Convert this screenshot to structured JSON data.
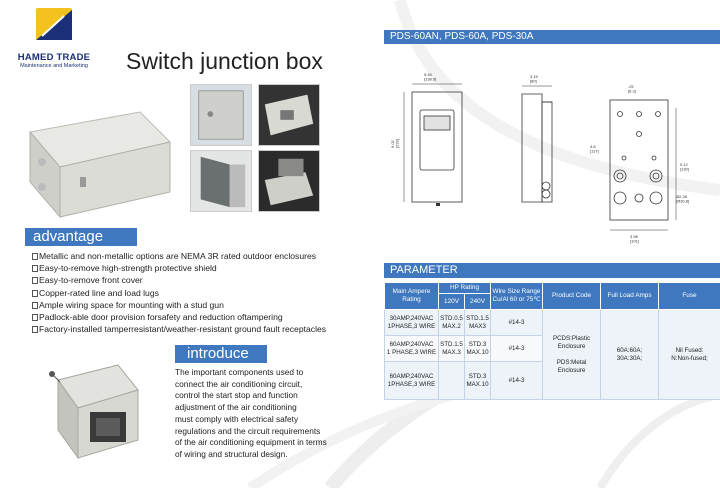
{
  "brand": {
    "name": "HAMED TRADE",
    "tagline": "Maintenance and Marketing",
    "colors": {
      "navy": "#1b2f78",
      "yellow": "#f4c21f",
      "accent_blue": "#3f78be"
    }
  },
  "page_title": "Switch junction box",
  "models": "PDS-60AN, PDS-60A, PDS-30A",
  "drawing_dims": {
    "front_width": "5.45\n[138.5]",
    "front_height": "9.02\n[229]",
    "side_depth": "3.15\n[80]",
    "back_top": ".25\n[6.3]",
    "back_right_h": "5.12\n[130]",
    "back_left_h": "4.6\n[117]",
    "back_hole": "Ø2.28\n[Ø30.8]",
    "back_bottom": "3.98\n[101]"
  },
  "advantage": {
    "heading": "advantage",
    "items": [
      "Metallic and non-metallic options are NEMA 3R rated outdoor enclosures",
      "Easy-to-remove high-strength protective shield",
      "Easy-to-remove front cover",
      "Copper-rated line and load lugs",
      "Ample wiring space for mounting with a stud gun",
      "Padlock-able door provision forsafety and reduction oftampering",
      "Factory-installed tamperresistant/weather-resistant ground fault receptacles"
    ]
  },
  "introduce": {
    "heading": "introduce",
    "lines": [
      "The important components used to",
      "connect the air conditioning circuit,",
      "control the start stop and function",
      "adjustment of the air conditioning",
      "must comply with electrical safety",
      "regulations and the circuit requirements",
      "of the air conditioning equipment in terms",
      "of wiring and structural design."
    ]
  },
  "parameter": {
    "heading": "PARAMETER",
    "headers": {
      "rating": "Main Ampere\nRating",
      "hp": "HP Rating",
      "v120": "120V",
      "v240": "240V",
      "wire": "Wire Size Range\nCu/Al 60 or 75℃",
      "code": "Product Code",
      "amps": "Full Load Amps",
      "fuse": "Fuse"
    },
    "rows": [
      {
        "rating": "30AMP,240VAC\n1PHASE,3 WIRE",
        "v120": "STD.0.5\nMAX.2",
        "v240": "STD.1.5\nMAX3",
        "wire": "#14-3"
      },
      {
        "rating": "60AMP,240VAC\n1 PHASE,3 WIRE",
        "v120": "STD.1.5\nMAX.3",
        "v240": "STD.3\nMAX.10",
        "wire": "#14-3"
      },
      {
        "rating": "60AMP,240VAC\n1PHASE,3 WIRE",
        "v120": "",
        "v240": "STD.3\nMAX.10",
        "wire": "#14-3"
      }
    ],
    "product_code": "PCDS:Plastic\nEnclosure\n\nPDS:Metal\nEnclosure",
    "full_load_amps": "60A:60A;\n30A:30A;",
    "fuse": "Nil Fused:\nN:Non-fused;"
  }
}
